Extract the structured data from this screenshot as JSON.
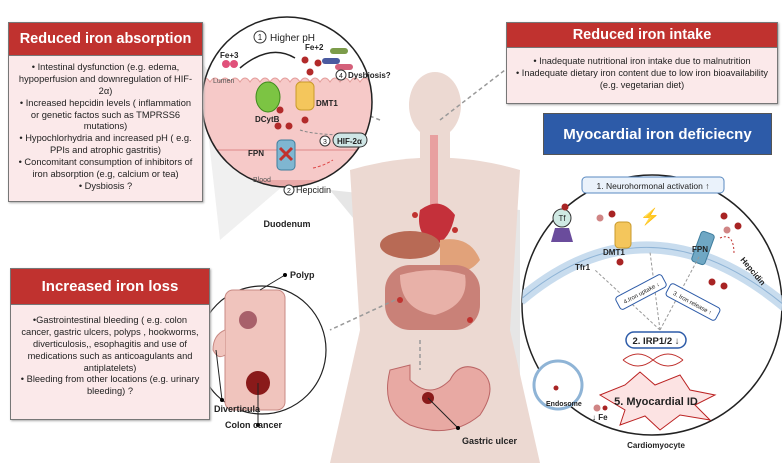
{
  "reduced_absorption": {
    "title": "Reduced iron absorption",
    "items": [
      "• Intestinal dysfunction (e.g. edema, hypoperfusion and downregulation of HIF-2α)",
      "• Increased hepcidin levels ( inflammation or genetic factos such as TMPRSS6 mutations)",
      "• Hypochlorhydria and increased pH ( e.g. PPIs and atrophic gastritis)",
      "• Concomitant consumption of inhibitors of iron absorption (e.g, calcium or tea)",
      "• Dysbiosis ?"
    ]
  },
  "increased_loss": {
    "title": "Increased iron loss",
    "items": [
      "•Gastrointestinal bleeding ( e.g. colon cancer,  gastric ulcers, polyps , hookworms, diverticulosis,, esophagitis and use of medications such as anticoagulants and antiplatelets)",
      "• Bleeding from other locations  (e.g. urinary bleeding) ?"
    ]
  },
  "reduced_intake": {
    "title": "Reduced iron intake",
    "items": [
      "• Inadequate nutritional iron intake due to malnutrition",
      "• Inadequate dietary iron content due to low iron bioavailability (e.g. vegetarian diet)"
    ]
  },
  "myocardial_title": "Myocardial iron deficiecny",
  "duodenum": {
    "caption": "Duodenum",
    "higher_ph": "Higher pH",
    "fe3": "Fe+3",
    "fe2": "Fe+2",
    "lumen": "Lumen",
    "dcytb": "DCytB",
    "dmt1": "DMT1",
    "dysbiosis": "Dysbiosis?",
    "hif": "HIF-2α",
    "fpn": "FPN",
    "blood": "Blood",
    "hepcidin": "Hepcidin",
    "n1": "1",
    "n2": "2",
    "n3": "3",
    "n4": "4"
  },
  "gut": {
    "polyp": "Polyp",
    "diverticula": "Diverticula",
    "colon_cancer": "Colon cancer",
    "gastric_ulcer": "Gastric ulcer"
  },
  "cell": {
    "neuro": "1. Neurohormonal activation ↑",
    "tf": "Tf",
    "tfr1": "Tfr1",
    "dmt1": "DMT1",
    "fpn": "FPN",
    "hepcidin": "Hepcidin",
    "uptake": "4.Iron uptake ↓",
    "release": "3. Iron release ↑",
    "irp": "2. IRP1/2 ↓",
    "endosome": "Endosome",
    "fe": "↓ Fe",
    "id": "5. Myocardial ID",
    "caption": "Cardiomyocyte"
  }
}
